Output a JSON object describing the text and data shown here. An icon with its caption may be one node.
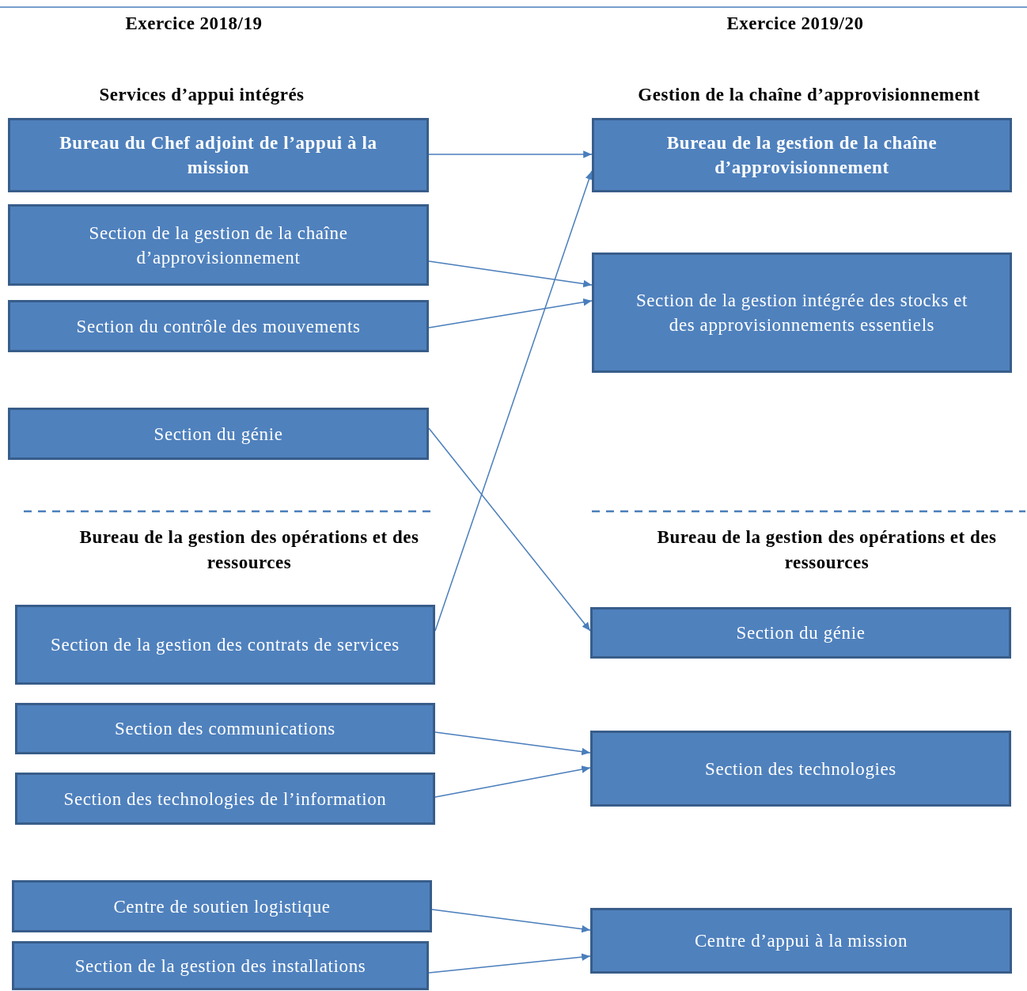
{
  "diagram": {
    "nodes": [
      {
        "text": [
          "Bureau du Chef adjoint de l’appui à la mission"
        ]
      },
      {
        "text": [
          "Section de la gestion de la chaîne d’approvisionnement"
        ]
      },
      {
        "text": [
          "Section du contrôle des mouvements"
        ]
      },
      {
        "text": [
          "Section du génie"
        ]
      },
      {
        "text": [
          "Section de la gestion des contrats de services"
        ]
      },
      {
        "text": [
          "Section des communications"
        ]
      },
      {
        "text": [
          "Section des technologies de l’information"
        ]
      },
      {
        "text": [
          "Centre de soutien logistique"
        ]
      },
      {
        "text": [
          "Section de la gestion des installations"
        ]
      },
      {
        "text": [
          "Bureau de la gestion de la chaîne d’approvisionnement"
        ]
      },
      {
        "text": [
          "Section de la gestion intégrée des stocks et des approvisionnements essentiels"
        ]
      },
      {
        "text": [
          "Section du génie"
        ]
      },
      {
        "text": [
          "Section des technologies"
        ]
      },
      {
        "text": [
          "Centre d’appui à la mission"
        ]
      }
    ],
    "edges": [
      {
        "from": 0,
        "to": 9,
        "arrow": "to"
      },
      {
        "from": 1,
        "to": 10,
        "arrow": "to"
      },
      {
        "from": 2,
        "to": 10,
        "arrow": "to"
      },
      {
        "from": 3,
        "to": 11,
        "arrow": "to"
      },
      {
        "from": 4,
        "to": 9,
        "arrow": "to"
      },
      {
        "from": 5,
        "to": 12,
        "arrow": "to"
      },
      {
        "from": 6,
        "to": 12,
        "arrow": "to"
      },
      {
        "from": 7,
        "to": 13,
        "arrow": "to"
      },
      {
        "from": 8,
        "to": 13,
        "arrow": "to"
      }
    ],
    "labels": [
      "Exercice 2018/19",
      "Exercice 2019/20",
      "Services d’appui intégrés",
      "Gestion de la chaîne d’approvisionnement",
      "Bureau de la gestion des opérations et des ressources",
      "Bureau de la gestion des opérations et des ressources"
    ]
  }
}
